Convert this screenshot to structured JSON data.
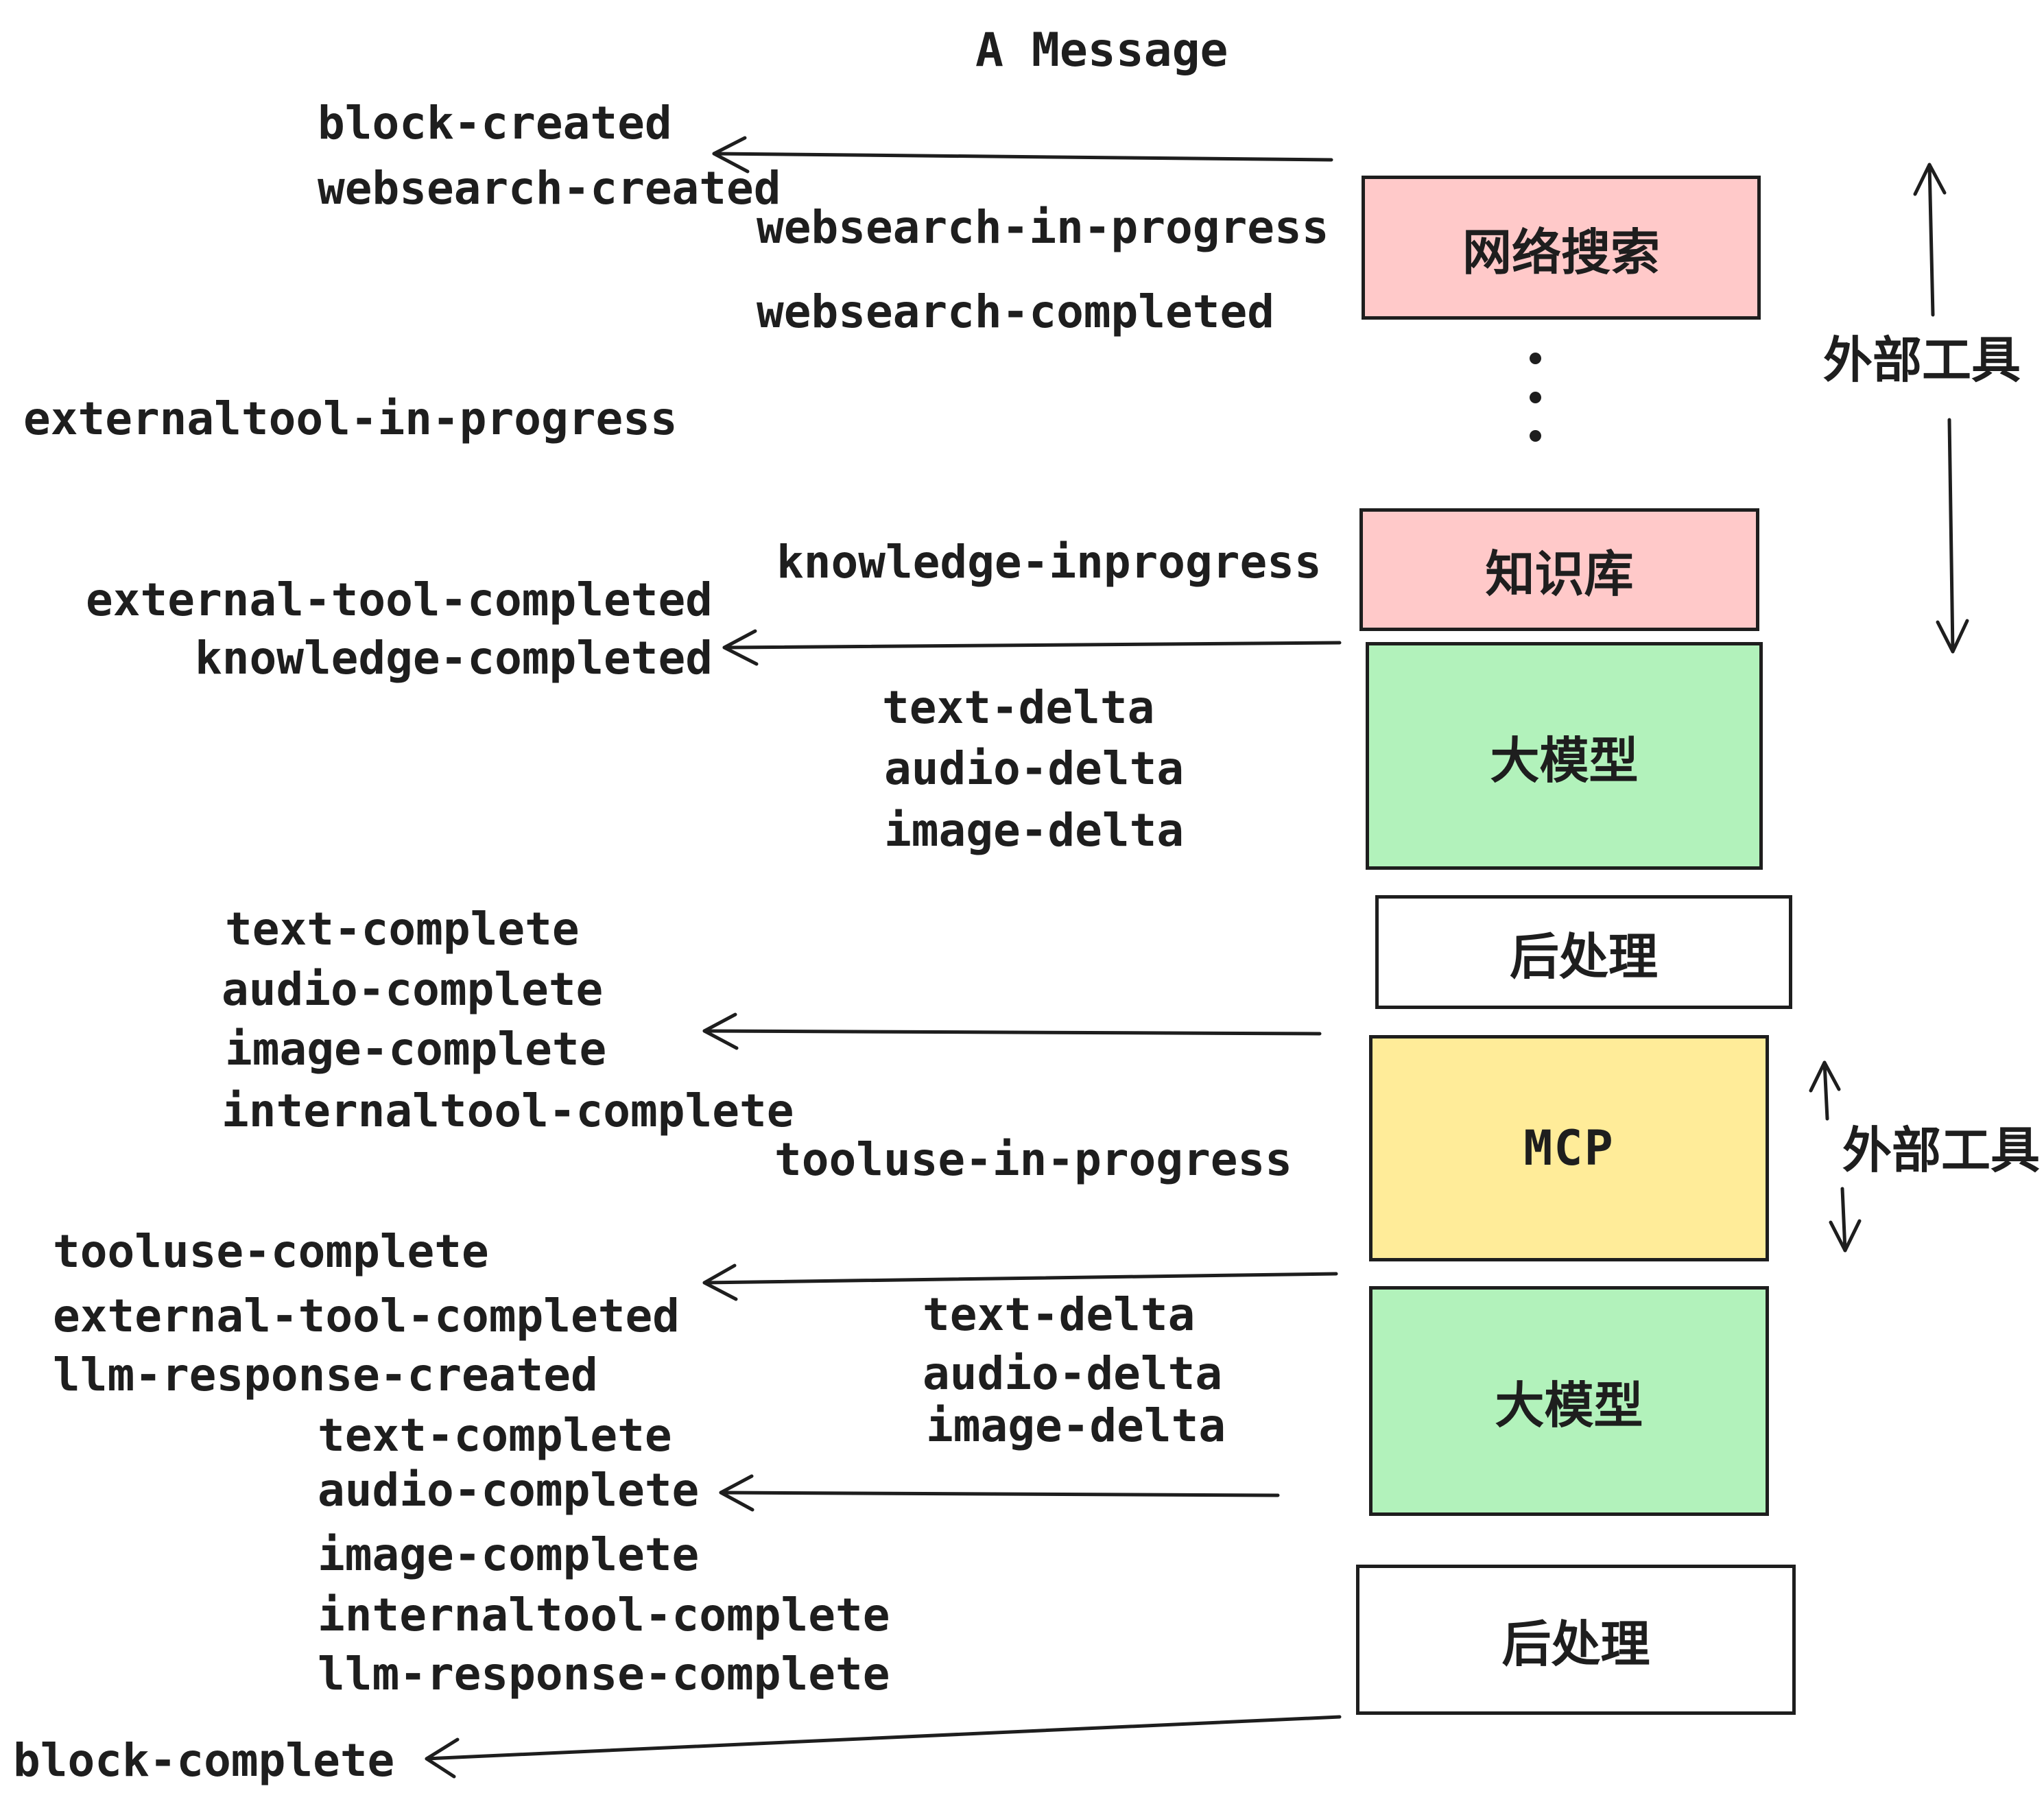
{
  "title": "A Message",
  "colors": {
    "ink": "#1e1e1e",
    "pink": "#ffc9c9",
    "green": "#b2f2bb",
    "yellow": "#ffec99",
    "white": "#ffffff"
  },
  "boxes": [
    {
      "id": "websearch",
      "label": "网络搜索",
      "color": "#ffc9c9"
    },
    {
      "id": "knowledge-base",
      "label": "知识库",
      "color": "#ffc9c9"
    },
    {
      "id": "llm-1",
      "label": "大模型",
      "color": "#b2f2bb"
    },
    {
      "id": "postprocess-1",
      "label": "后处理",
      "color": "#ffffff"
    },
    {
      "id": "mcp",
      "label": "MCP",
      "color": "#ffec99"
    },
    {
      "id": "llm-2",
      "label": "大模型",
      "color": "#b2f2bb"
    },
    {
      "id": "postprocess-2",
      "label": "后处理",
      "color": "#ffffff"
    }
  ],
  "side_labels": {
    "external_tools_1": "外部工具",
    "external_tools_2": "外部工具"
  },
  "events": {
    "block_created": "block-created",
    "websearch_created": "websearch-created",
    "websearch_in_progress": "websearch-in-progress",
    "websearch_completed": "websearch-completed",
    "externaltool_in_progress": "externaltool-in-progress",
    "knowledge_inprogress": "knowledge-inprogress",
    "external_tool_completed_1": "external-tool-completed",
    "knowledge_completed": "knowledge-completed",
    "text_delta_1": "text-delta",
    "audio_delta_1": "audio-delta",
    "image_delta_1": "image-delta",
    "text_complete_1": "text-complete",
    "audio_complete_1": "audio-complete",
    "image_complete_1": "image-complete",
    "internaltool_complete_1": "internaltool-complete",
    "tooluse_in_progress": "tooluse-in-progress",
    "tooluse_complete": "tooluse-complete",
    "external_tool_completed_2": "external-tool-completed",
    "llm_response_created": "llm-response-created",
    "text_delta_2": "text-delta",
    "audio_delta_2": "audio-delta",
    "image_delta_2": "image-delta",
    "text_complete_2": "text-complete",
    "audio_complete_2": "audio-complete",
    "image_complete_2": "image-complete",
    "internaltool_complete_2": "internaltool-complete",
    "llm_response_complete": "llm-response-complete",
    "block_complete": "block-complete"
  },
  "decorations": {
    "vertical_dots": [
      "•",
      "•",
      "•"
    ]
  }
}
